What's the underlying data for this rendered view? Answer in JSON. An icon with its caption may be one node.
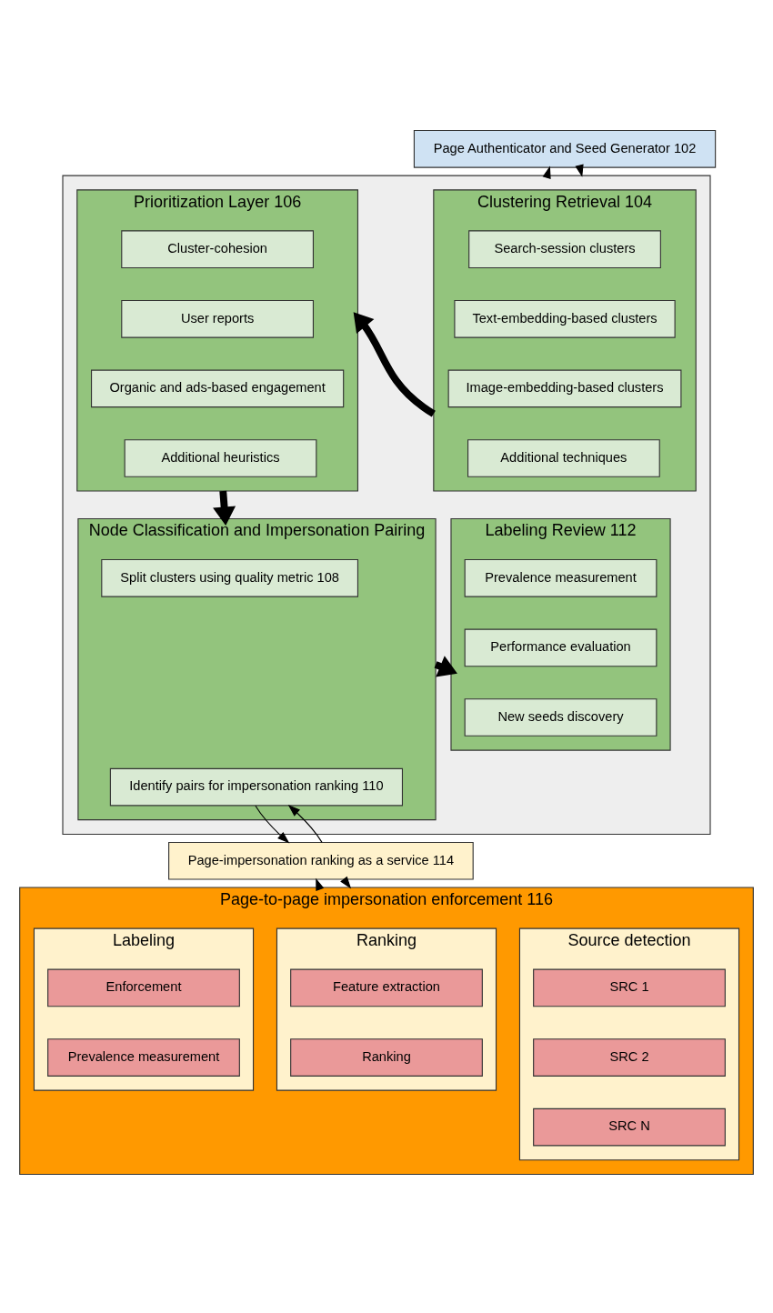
{
  "diagram": {
    "nodes": [
      {
        "text": [
          "Page Authenticator and Seed Generator 102"
        ]
      },
      {
        "text": [],
        "shape": "box"
      },
      {
        "text": [
          "Clustering Retrieval 104"
        ],
        "in": 1
      },
      {
        "text": [
          "Search-session clusters"
        ],
        "in": 2
      },
      {
        "text": [
          "Text-embedding-based clusters"
        ],
        "in": 2
      },
      {
        "text": [
          "Image-embedding-based clusters"
        ],
        "in": 2
      },
      {
        "text": [
          "Additional techniques"
        ],
        "in": 2
      },
      {
        "text": [
          "Prioritization Layer 106"
        ],
        "in": 1
      },
      {
        "text": [
          "Cluster-cohesion"
        ],
        "in": 7
      },
      {
        "text": [
          "User reports"
        ],
        "in": 7
      },
      {
        "text": [
          "Organic and ads-based engagement"
        ],
        "in": 7
      },
      {
        "text": [
          "Additional heuristics"
        ],
        "in": 7
      },
      {
        "text": [
          "Labeling Review 112"
        ],
        "in": 1
      },
      {
        "text": [
          "Prevalence measurement"
        ],
        "in": 12
      },
      {
        "text": [
          "Performance evaluation"
        ],
        "in": 12
      },
      {
        "text": [
          "New seeds discovery"
        ],
        "in": 12
      },
      {
        "text": [
          "Node Classification and Impersonation Pairing"
        ],
        "in": 1
      },
      {
        "text": [
          "Split clusters using quality metric 108"
        ],
        "in": 16
      },
      {
        "text": [
          "Identify pairs for impersonation ranking 110"
        ],
        "in": 16
      },
      {
        "text": [
          "Page-impersonation ranking as a service 114"
        ]
      },
      {
        "text": [
          "Page-to-page impersonation enforcement 116"
        ]
      },
      {
        "text": [
          "Source detection"
        ],
        "in": 20
      },
      {
        "text": [
          "SRC 1"
        ],
        "in": 21
      },
      {
        "text": [
          "SRC 2"
        ],
        "in": 21
      },
      {
        "text": [
          "SRC N"
        ],
        "in": 21
      },
      {
        "text": [
          "Ranking"
        ],
        "in": 20
      },
      {
        "text": [
          "Feature extraction"
        ],
        "in": 25
      },
      {
        "text": [
          "Ranking"
        ],
        "in": 25
      },
      {
        "text": [
          "Labeling"
        ],
        "in": 20
      },
      {
        "text": [
          "Enforcement"
        ],
        "in": 28
      },
      {
        "text": [
          "Prevalence measurement"
        ],
        "in": 28
      }
    ],
    "edges": [
      {
        "from": 0,
        "to": 1,
        "arrow": "to"
      },
      {
        "from": 1,
        "to": 0,
        "arrow": "to"
      },
      {
        "from": 2,
        "to": 7,
        "arrow": "to",
        "style": "thick"
      },
      {
        "from": 7,
        "to": 16,
        "arrow": "to",
        "style": "thick"
      },
      {
        "from": 16,
        "to": 12,
        "arrow": "to",
        "style": "thick"
      },
      {
        "from": 18,
        "to": 19,
        "arrow": "to"
      },
      {
        "from": 19,
        "to": 18,
        "arrow": "to"
      },
      {
        "from": 19,
        "to": 20,
        "arrow": "to"
      },
      {
        "from": 20,
        "to": 19,
        "arrow": "to"
      }
    ]
  }
}
